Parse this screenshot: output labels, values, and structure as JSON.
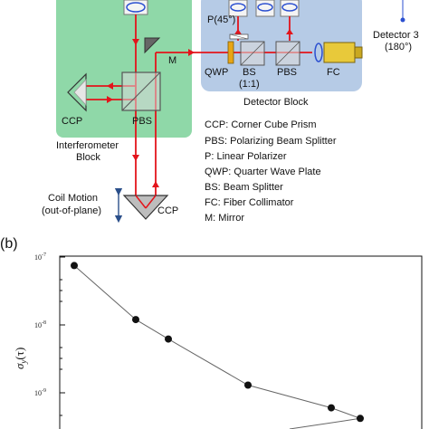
{
  "panel_a": {
    "labels": {
      "p45": "P(45°)",
      "mirror": "M",
      "qwp": "QWP",
      "bs": "BS",
      "bs_ratio": "(1:1)",
      "pbs_detector": "PBS",
      "fc": "FC",
      "detector_line1": "Detector 3",
      "detector_line2": "(180°)",
      "detector_block": "Detector Block",
      "ccp_left": "CCP",
      "pbs_left": "PBS",
      "interferometer_line1": "Interferometer",
      "interferometer_line2": "Block",
      "coil_line1": "Coil Motion",
      "coil_line2": "(out-of-plane)",
      "ccp_bottom": "CCP"
    },
    "legend": [
      "CCP: Corner Cube Prism",
      "PBS: Polarizing Beam Splitter",
      "P: Linear Polarizer",
      "QWP: Quarter Wave Plate",
      "BS: Beam Splitter",
      "FC: Fiber Collimator",
      "M: Mirror"
    ],
    "colors": {
      "interferometer_block": "#8fd8a8",
      "detector_block": "#b6cbe6",
      "beam": "#e3141b",
      "fc_body": "#e8c93a",
      "qwp": "#e8a515",
      "lens_blue": "#2b4fd0"
    }
  },
  "panel_b": {
    "label": "(b)",
    "ylabel_symbol": "σ",
    "ylabel_sub": "y",
    "ylabel_arg": "(τ)",
    "y_ticks": [
      {
        "base": "10",
        "exp": "-7"
      },
      {
        "base": "10",
        "exp": "-8"
      },
      {
        "base": "10",
        "exp": "-9"
      }
    ]
  },
  "chart_data": {
    "type": "line",
    "title": "",
    "xlabel": "",
    "ylabel": "σy(τ)",
    "yscale": "log",
    "ylim": [
      1e-10,
      1e-07
    ],
    "xlim": [
      0,
      1
    ],
    "grid": false,
    "series": [
      {
        "x": [
          0.04,
          0.21,
          0.3,
          0.52,
          0.75,
          0.83
        ],
        "values": [
          7.5e-08,
          1.2e-08,
          6.2e-09,
          1.3e-09,
          6e-10,
          4.2e-10
        ]
      }
    ]
  }
}
